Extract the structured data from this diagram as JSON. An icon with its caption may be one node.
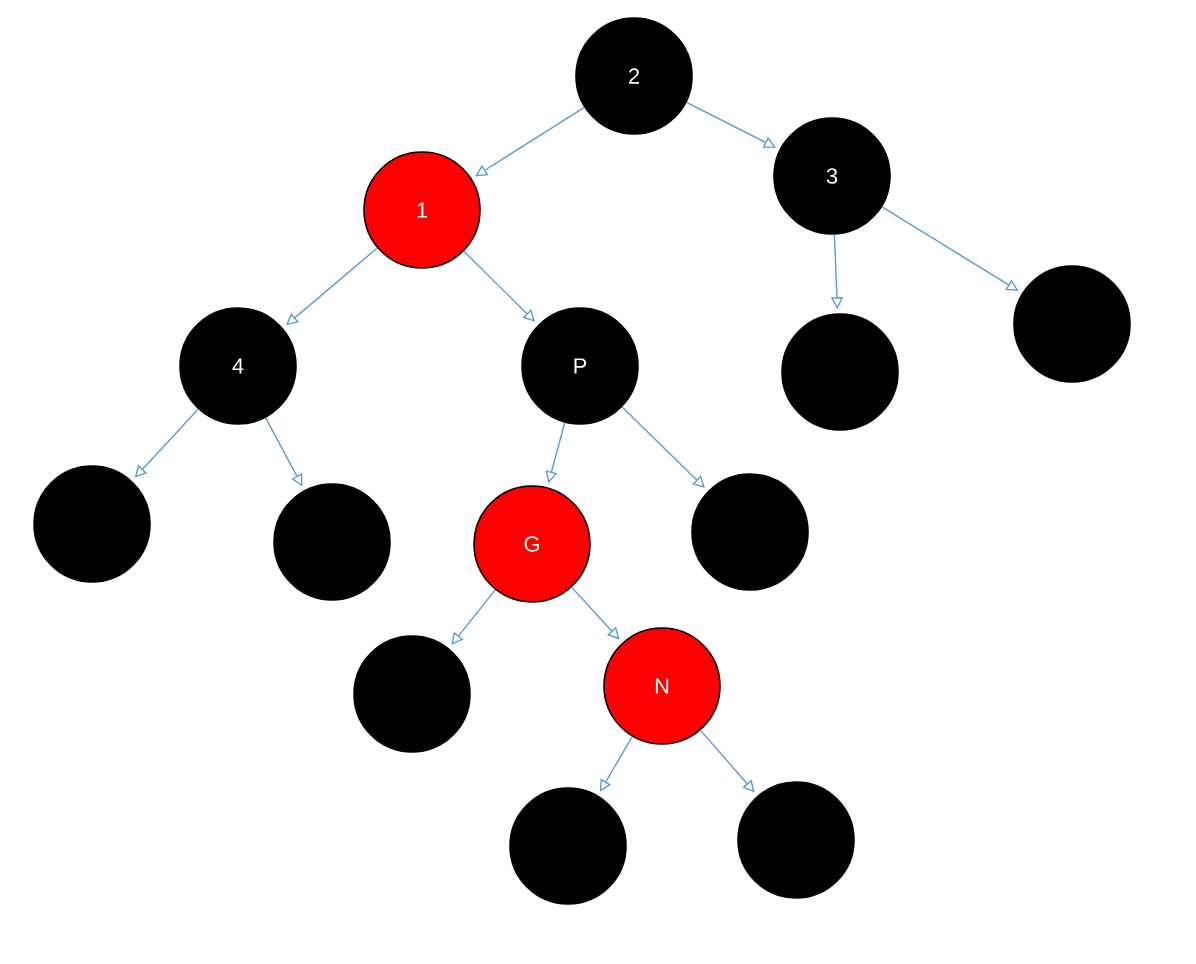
{
  "diagram": {
    "nodes": [
      {
        "text": [
          "2"
        ]
      },
      {
        "text": [
          "1"
        ]
      },
      {
        "text": [
          "3"
        ]
      },
      {
        "text": [
          "4"
        ]
      },
      {
        "text": [
          "P"
        ]
      },
      {
        "text": [],
        "shape": "circle"
      },
      {
        "text": [],
        "shape": "circle"
      },
      {
        "text": [],
        "shape": "circle"
      },
      {
        "text": [],
        "shape": "circle"
      },
      {
        "text": [
          "G"
        ]
      },
      {
        "text": [],
        "shape": "circle"
      },
      {
        "text": [],
        "shape": "circle"
      },
      {
        "text": [
          "N"
        ]
      },
      {
        "text": [],
        "shape": "circle"
      },
      {
        "text": [],
        "shape": "circle"
      }
    ],
    "edges": [
      {
        "from": 0,
        "to": 1,
        "arrow": "to"
      },
      {
        "from": 0,
        "to": 2,
        "arrow": "to"
      },
      {
        "from": 1,
        "to": 3,
        "arrow": "to"
      },
      {
        "from": 1,
        "to": 4,
        "arrow": "to"
      },
      {
        "from": 2,
        "to": 5,
        "arrow": "to"
      },
      {
        "from": 2,
        "to": 6,
        "arrow": "to"
      },
      {
        "from": 3,
        "to": 7,
        "arrow": "to"
      },
      {
        "from": 3,
        "to": 8,
        "arrow": "to"
      },
      {
        "from": 4,
        "to": 9,
        "arrow": "to"
      },
      {
        "from": 4,
        "to": 10,
        "arrow": "to"
      },
      {
        "from": 9,
        "to": 11,
        "arrow": "to"
      },
      {
        "from": 9,
        "to": 12,
        "arrow": "to"
      },
      {
        "from": 12,
        "to": 13,
        "arrow": "to"
      },
      {
        "from": 12,
        "to": 14,
        "arrow": "to"
      }
    ]
  }
}
